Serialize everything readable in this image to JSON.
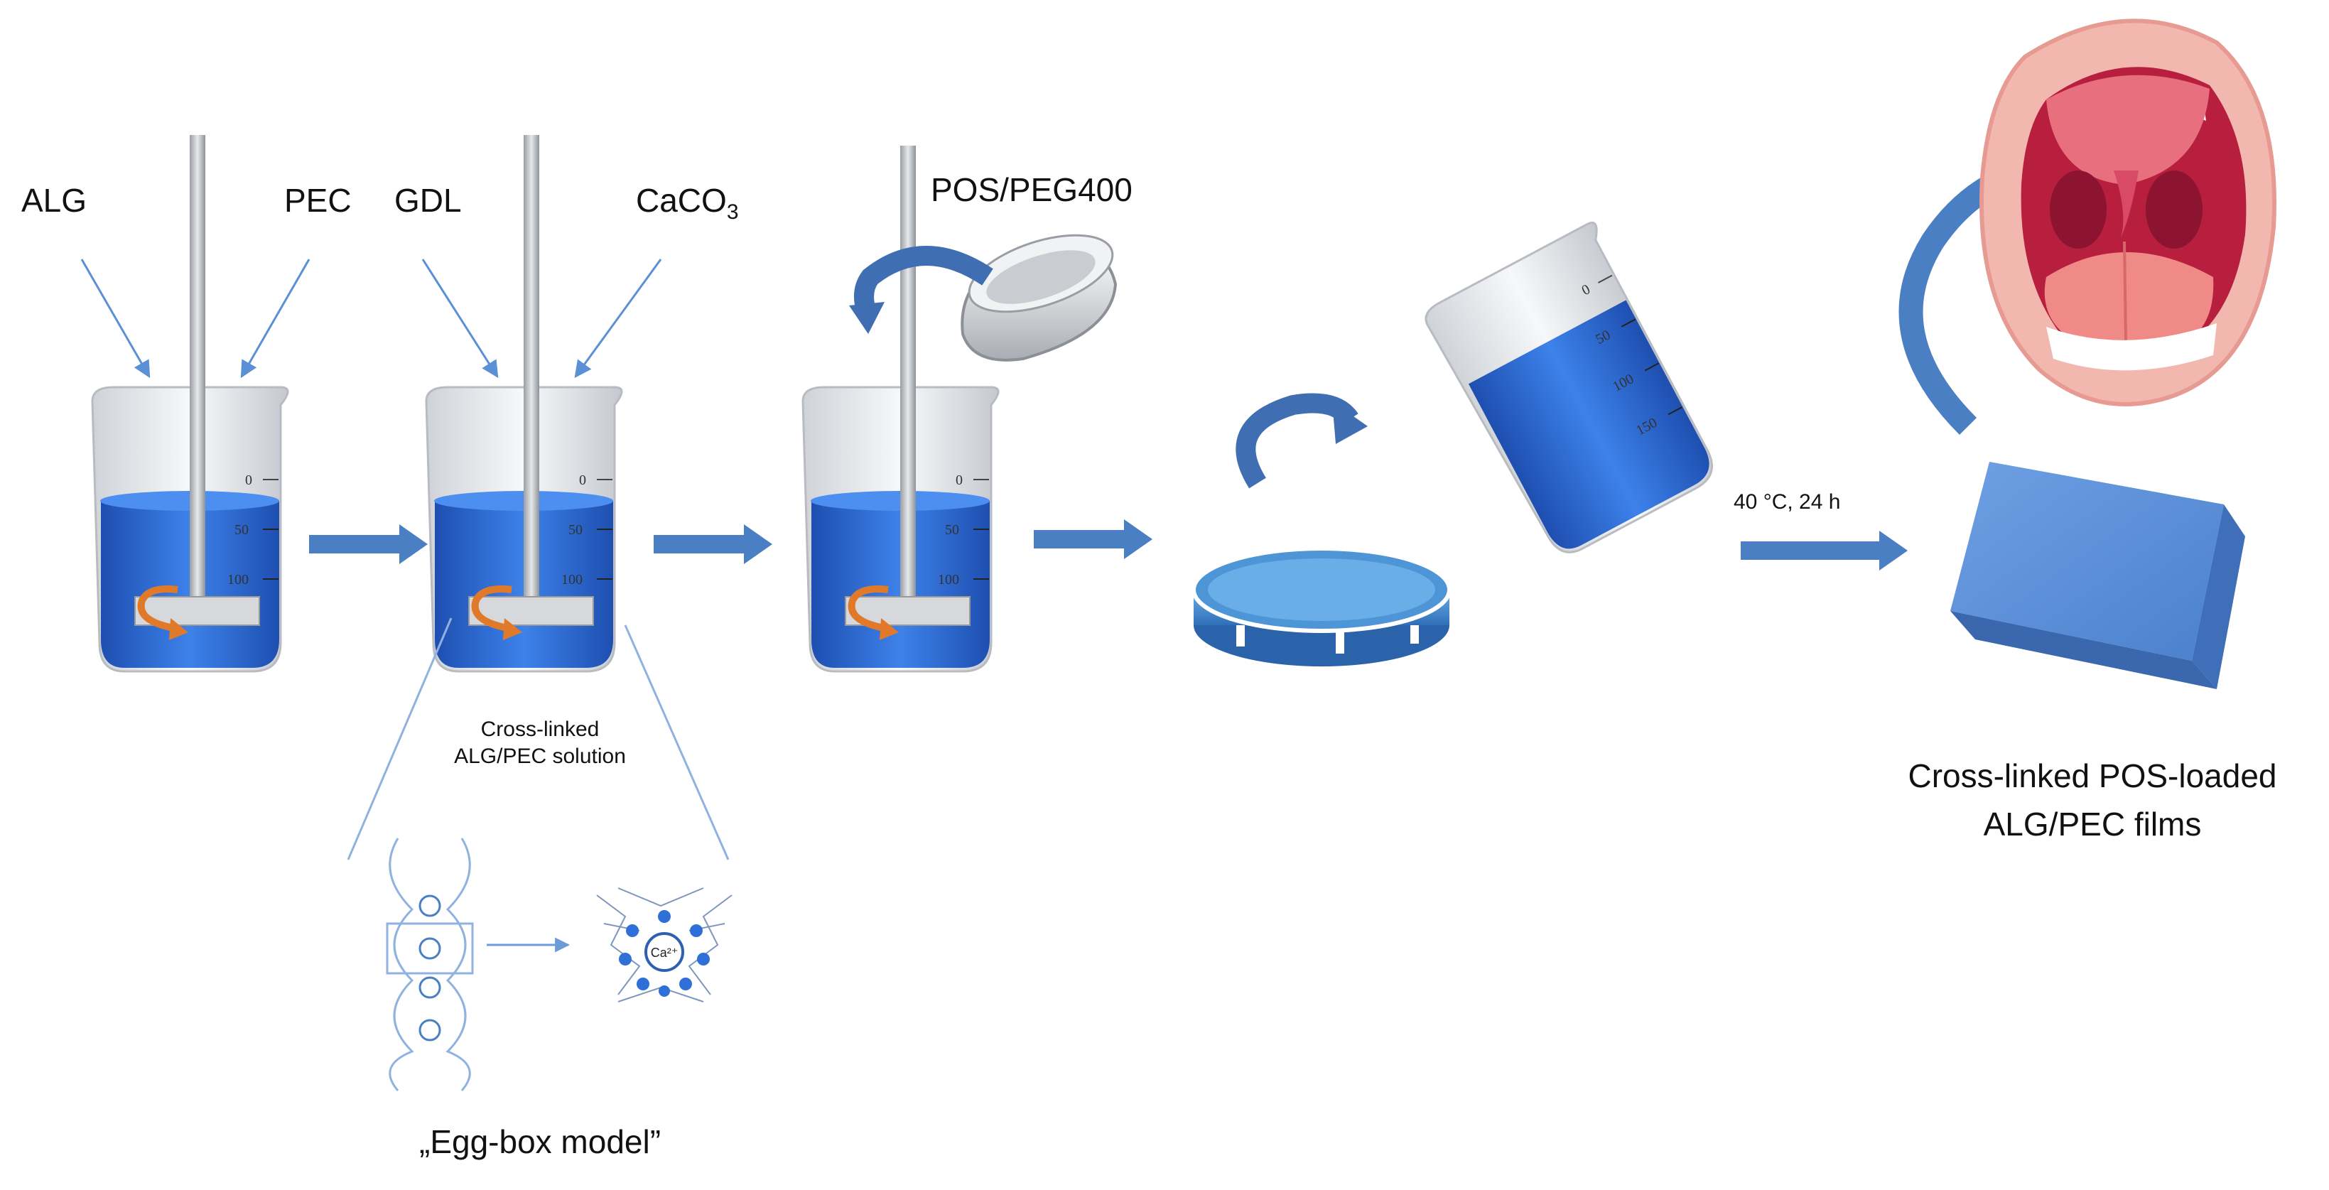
{
  "step1": {
    "input_left": "ALG",
    "input_right": "PEC"
  },
  "step2": {
    "input_left": "GDL",
    "input_right_main": "CaCO",
    "input_right_sub": "3"
  },
  "step3": {
    "input": "POS/PEG400"
  },
  "crosslinked_solution": {
    "line1": "Cross-linked",
    "line2": "ALG/PEC solution"
  },
  "egg_box": {
    "caption": "„Egg-box model”",
    "ion_label": "Ca²⁺"
  },
  "drying": {
    "condition": "40 °C, 24 h"
  },
  "final_product": {
    "line1": "Cross-linked POS-loaded",
    "line2": "ALG/PEC films"
  },
  "beaker_scale": {
    "mark_0": "0",
    "mark_50": "50",
    "mark_100": "100",
    "mark_150": "150"
  },
  "colors": {
    "liquid": "#2f6fd8",
    "liquid_dark": "#1e4fb0",
    "arrow": "#4a7fc4",
    "rotation_arrow": "#e07a2a",
    "film": "#5b8fd6",
    "mouth_lips": "#f2b8b0",
    "mouth_inner": "#b81e3d"
  }
}
